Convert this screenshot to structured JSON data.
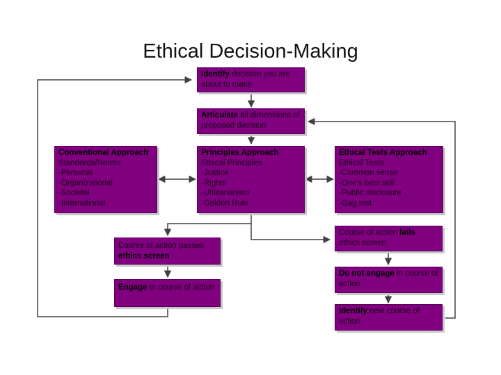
{
  "title": "Ethical Decision-Making",
  "boxes": {
    "identify": {
      "bold": "Identify",
      "rest": " decision you are about to make"
    },
    "articulate": {
      "bold": "Articulate",
      "rest": " all dimensions of proposed decision"
    },
    "conventional": {
      "heading": "Conventional Approach",
      "items": [
        "Standards/Norms",
        "-Personal",
        "-Organizational",
        "-Societal",
        "-International"
      ]
    },
    "principles": {
      "heading": "Principles Approach",
      "items": [
        "Ethical Principles",
        "-Justice",
        "-Rights",
        "-Utilitarianism",
        "-Golden Rule"
      ]
    },
    "ethical_tests": {
      "heading": "Ethical Tests Approach",
      "items": [
        "Ethical Tests",
        "-Common sense",
        "-One's best self",
        "-Public disclosure",
        "-Gag test"
      ]
    },
    "passes": {
      "rest": "Course of action passes ",
      "bold": "ethics screen"
    },
    "fails": {
      "rest": "Course of action ",
      "bold": "fails",
      "rest2": " ethics screen"
    },
    "engage": {
      "bold": "Engage",
      "rest": " in course of action"
    },
    "do_not_engage": {
      "bold": "Do not engage",
      "rest": " in course of action"
    },
    "identify_new": {
      "bold": "Identify",
      "rest": " new course of action"
    }
  },
  "colors": {
    "box_fill": "#800080",
    "connector": "#404040"
  }
}
